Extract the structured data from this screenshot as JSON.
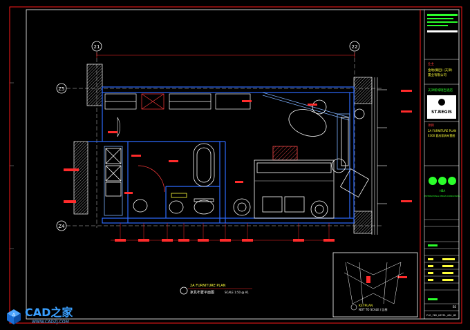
{
  "drawing": {
    "grid_top_left": "21",
    "grid_top_right": "22",
    "grid_left_upper": "Z5",
    "grid_left_lower": "Z4",
    "plan_title_en": "2A FURNITURE PLAN",
    "plan_title_cn": "家具布置平面图",
    "plan_scale": "SCALE 1:50 @ A1",
    "keyplan_title": "KEYPLAN",
    "keyplan_note": "NOT TO SCALE / 比例",
    "colors": {
      "background": "#000000",
      "wall": "#2d6bff",
      "wall_light": "#7fb2ff",
      "furniture": "#ffffff",
      "dimension": "#ff2b2b",
      "annotation": "#ff3b3b",
      "border_red": "#ff1a1a",
      "title_cyan": "#00e5ff",
      "title_green": "#2bff2b",
      "title_yellow": "#ffff3a"
    }
  },
  "title_block": {
    "client_line1": "业主",
    "client_line2": "金地(集团) (天津)",
    "client_line3": "置业有限公司",
    "designer": "天津新城瑞吉酒店",
    "logo_text": "ST.REGIS",
    "project_label": "项目",
    "project_en": "2A FURNITURE PLAN",
    "project_cn": "E300 套房家具布置图",
    "consultant_en": "INTERNATIONAL DESIGN CONSULTANTS",
    "consultant_logo": "HBA",
    "drawing_no": "FLR_FN2_KEYPL_001_B3",
    "rev": "B3"
  },
  "watermark": {
    "text": "CAD之家",
    "url": "WWW.CADZJ.COM",
    "icon": "cube-logo-icon"
  }
}
